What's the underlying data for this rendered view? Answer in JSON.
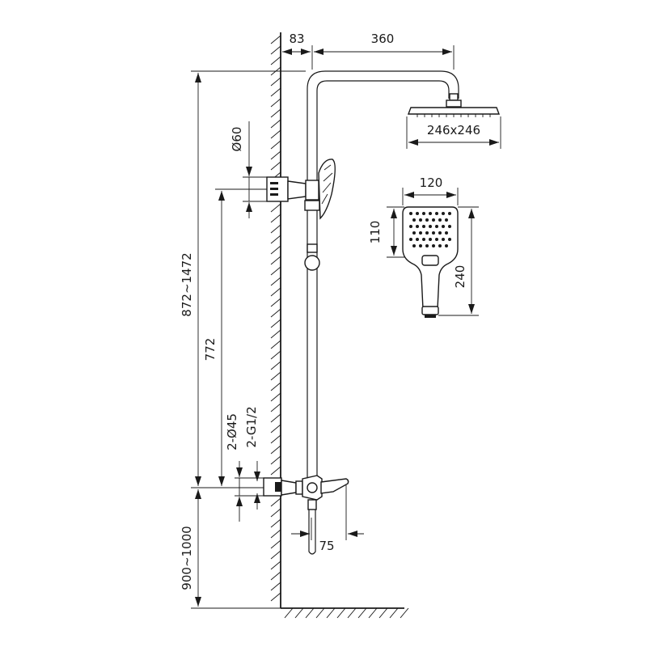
{
  "dimensions": {
    "wall_offset": "83",
    "arm_length": "360",
    "head_size": "246x246",
    "bracket_diameter": "Ø60",
    "slide_height": "772",
    "total_height": "872~1472",
    "floor_height": "900~1000",
    "inlet_diameter": "2-Ø45",
    "inlet_thread": "2-G1/2",
    "spout_length": "75",
    "handshower_width": "120",
    "handshower_head_height": "110",
    "handshower_length": "240"
  },
  "colors": {
    "line": "#1a1a1a",
    "background": "#ffffff"
  }
}
